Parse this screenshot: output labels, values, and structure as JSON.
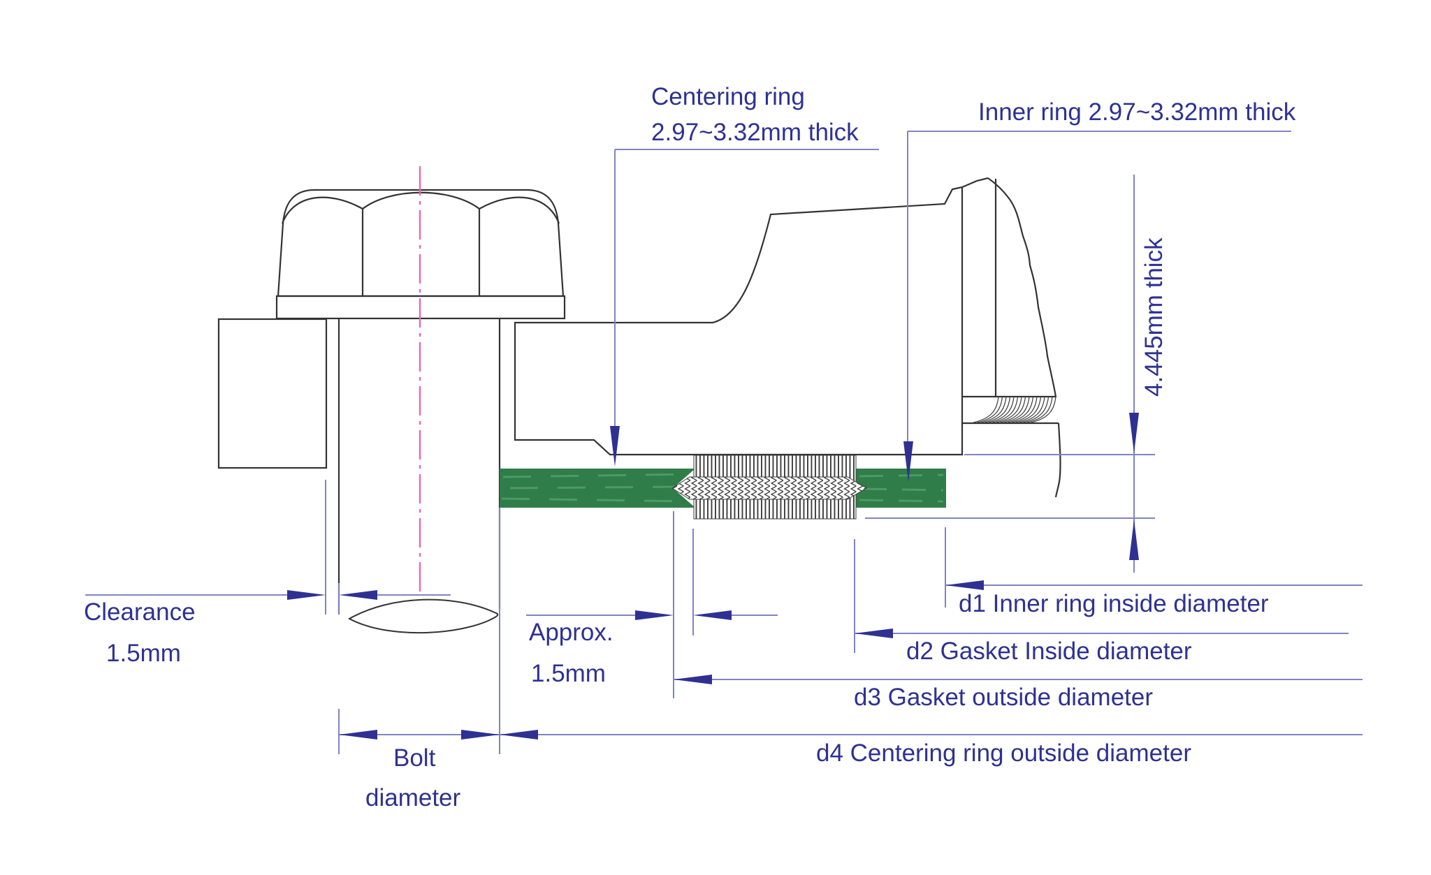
{
  "diagram": {
    "callouts": {
      "centering_ring": {
        "line1": "Centering ring",
        "line2": "2.97~3.32mm thick"
      },
      "inner_ring": {
        "text": "Inner ring 2.97~3.32mm thick"
      },
      "winding_thickness": {
        "text": "4.445mm thick"
      }
    },
    "dimensions": {
      "clearance": {
        "line1": "Clearance",
        "line2": "1.5mm"
      },
      "approx_gap": {
        "line1": "Approx.",
        "line2": "1.5mm"
      },
      "bolt_diameter": {
        "line1": "Bolt",
        "line2": "diameter"
      },
      "d1": "d1 Inner ring inside diameter",
      "d2": "d2 Gasket Inside diameter",
      "d3": "d3 Gasket outside diameter",
      "d4": "d4 Centering ring outside diameter"
    },
    "colors": {
      "annotation": "#2e3192",
      "dim_line": "#8083c6",
      "gasket_green": "#2f7d49",
      "centerline_pink": "#ee66b0",
      "outline": "#333333"
    }
  }
}
